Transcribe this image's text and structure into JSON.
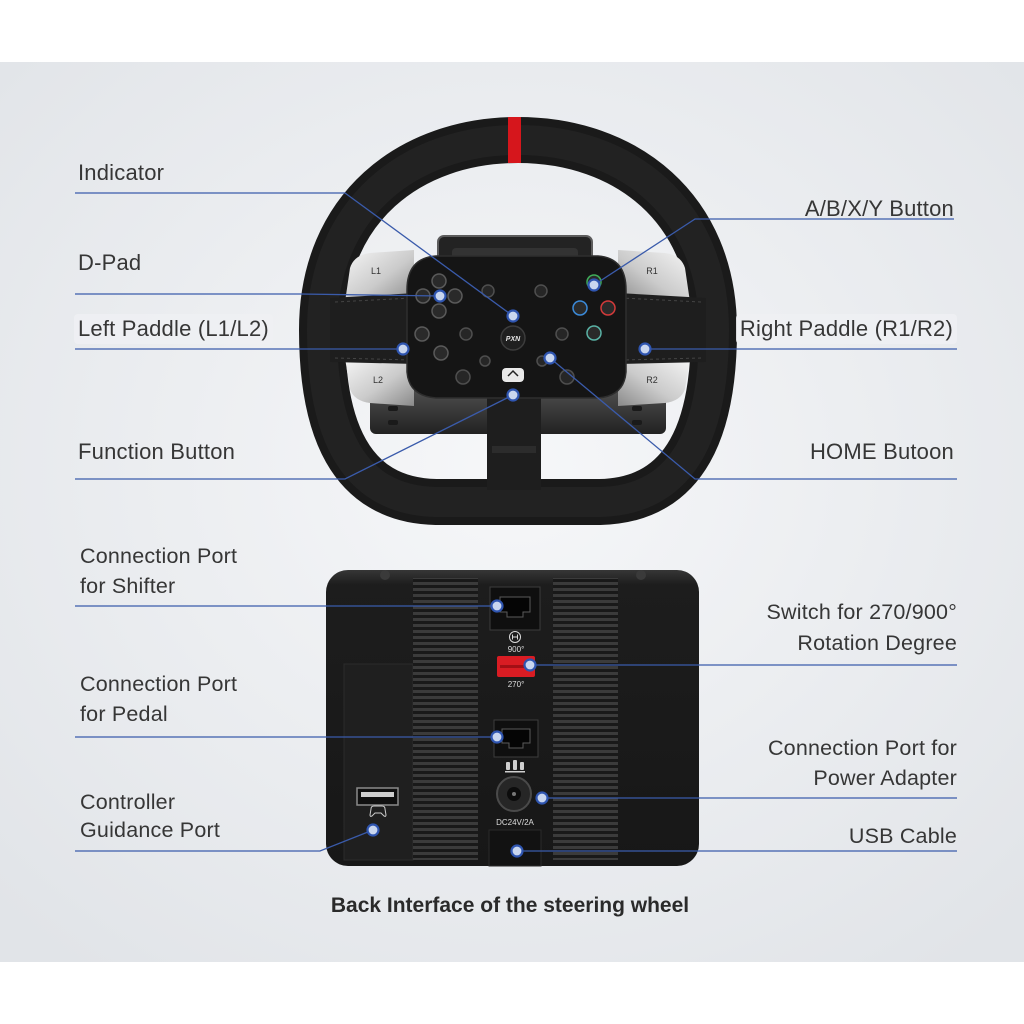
{
  "labels": {
    "indicator": "Indicator",
    "dpad": "D-Pad",
    "left_paddle": "Left Paddle (L1/L2)",
    "function_button": "Function Button",
    "abxy_button": "A/B/X/Y Button",
    "right_paddle": "Right Paddle (R1/R2)",
    "home_button": "HOME Butoon",
    "shifter_port": [
      "Connection Port",
      "for Shifter"
    ],
    "pedal_port": [
      "Connection Port",
      "for Pedal"
    ],
    "controller_port": [
      "Controller",
      "Guidance Port"
    ],
    "rotation_switch": [
      "Switch for 270/900°",
      "Rotation Degree"
    ],
    "power_port": [
      "Connection Port for",
      "Power Adapter"
    ],
    "usb_cable": "USB Cable"
  },
  "wheel": {
    "logo": "PXN",
    "paddles": {
      "l1": "L1",
      "r1": "R1",
      "l2": "L2",
      "r2": "R2"
    }
  },
  "base_panel": {
    "rotation_high": "900°",
    "rotation_low": "270°",
    "power_rating": "DC24V/2A"
  },
  "caption": "Back Interface of the steering wheel",
  "icons": {
    "rotation_switch": "h-shifter-icon",
    "pedal_port": "pedal-icon",
    "controller_port": "gamepad-icon",
    "markers": "marker-dot-icon"
  },
  "colors": {
    "panel_background": "#e8ebee",
    "leader_line": "#3a5bab",
    "marker_fill": "#c9d6ef",
    "rim_stripe": "#d6161c",
    "rotation_switch": "#d91c23",
    "wheel_body": "#1b1b1b"
  }
}
